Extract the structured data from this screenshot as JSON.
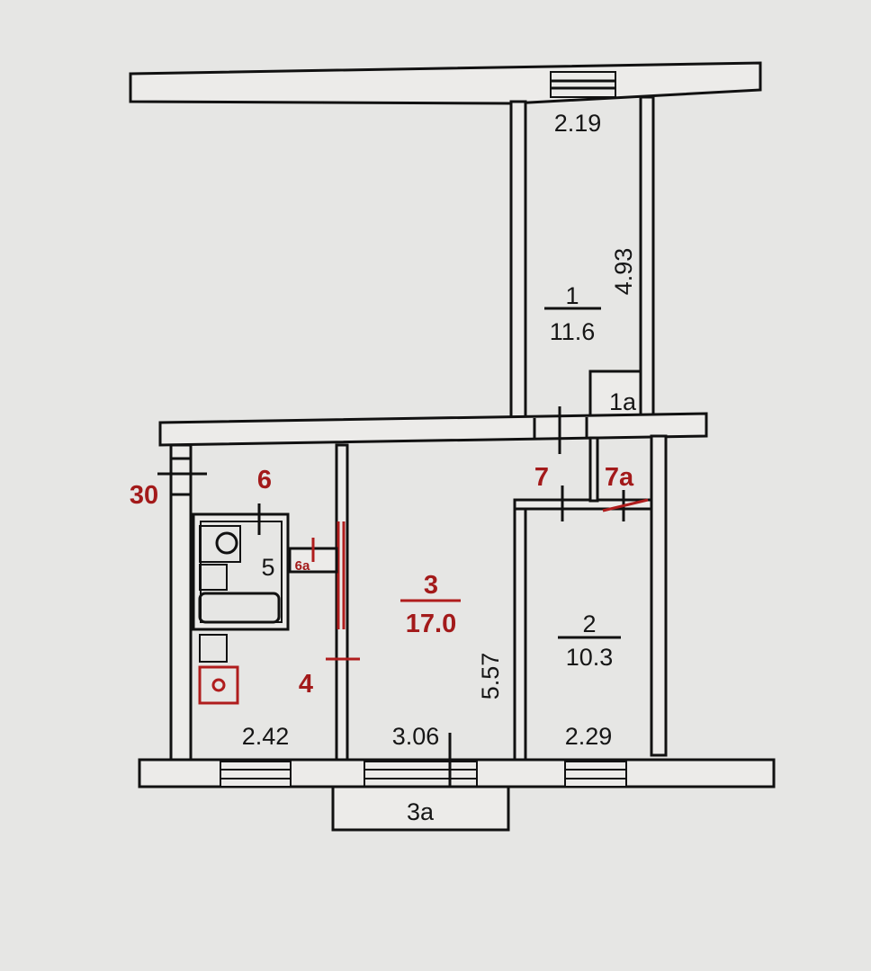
{
  "plan": {
    "rooms": [
      {
        "id": "room-1",
        "number": "1",
        "area": "11.6",
        "width": "2.19",
        "length": "4.93"
      },
      {
        "id": "room-1a",
        "number": "1a"
      },
      {
        "id": "room-2",
        "number": "2",
        "area": "10.3",
        "width": "2.29"
      },
      {
        "id": "room-3",
        "number": "3",
        "area": "17.0",
        "width": "3.06",
        "length": "5.57"
      },
      {
        "id": "room-3a",
        "number": "3a"
      },
      {
        "id": "room-4",
        "number": "4",
        "width": "2.42"
      },
      {
        "id": "room-5",
        "number": "5"
      },
      {
        "id": "room-6",
        "number": "6"
      },
      {
        "id": "room-6a",
        "number": "6a"
      },
      {
        "id": "room-7",
        "number": "7"
      },
      {
        "id": "room-7a",
        "number": "7a"
      },
      {
        "id": "entrance",
        "number": "30"
      }
    ],
    "colors": {
      "wall": "#111111",
      "annotation": "#a31a1a",
      "paper": "#e6e6e4"
    }
  }
}
